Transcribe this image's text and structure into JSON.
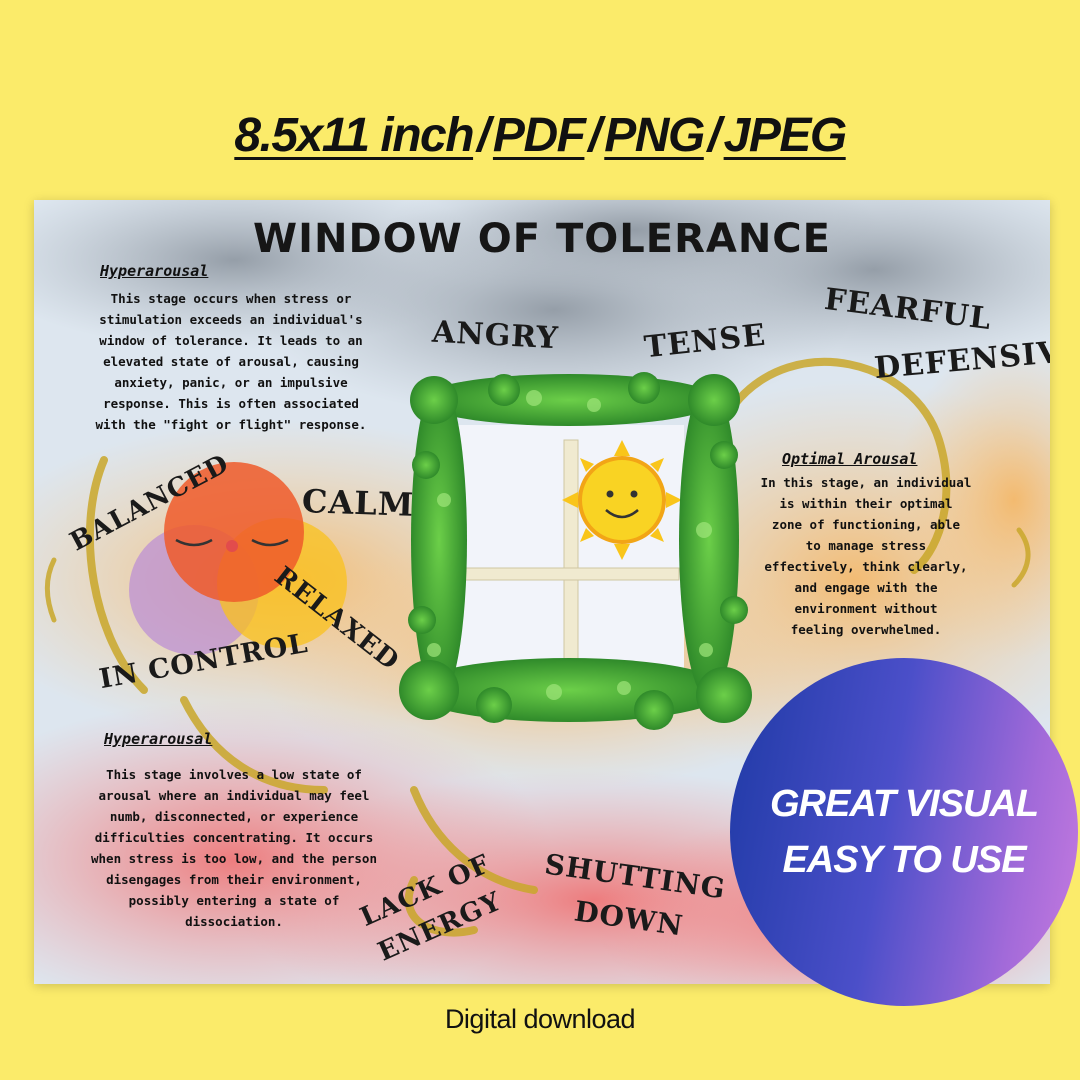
{
  "header": {
    "parts": [
      "8.5x11 inch",
      "PDF",
      "PNG",
      "JPEG"
    ],
    "separator": "/"
  },
  "poster": {
    "title": "WINDOW OF TOLERANCE",
    "hyper_top": {
      "heading": "Hyperarousal",
      "lines": [
        "This stage occurs when stress or",
        "stimulation exceeds an individual's",
        "window of tolerance. It leads to an",
        "elevated state of arousal, causing",
        "anxiety, panic, or an impulsive",
        "response. This is often associated",
        "with the \"fight or flight\" response."
      ]
    },
    "optimal": {
      "heading": "Optimal Arousal",
      "lines": [
        "In this stage, an individual",
        "is within their optimal",
        "zone of functioning, able",
        "to manage stress",
        "effectively, think clearly,",
        "and engage with the",
        "environment without",
        "feeling overwhelmed."
      ]
    },
    "hyper_bottom": {
      "heading": "Hyperarousal",
      "lines": [
        "This stage involves a low state of",
        "arousal where an individual may feel",
        "numb, disconnected, or experience",
        "difficulties concentrating. It occurs",
        "when stress is too low, and the person",
        "disengages from their environment,",
        "possibly entering a state of",
        "dissociation."
      ]
    },
    "words": {
      "angry": "ANGRY",
      "tense": "TENSE",
      "fearful": "FEARFUL",
      "defensive": "DEFENSIVE",
      "balanced": "BALANCED",
      "calm": "CALM",
      "relaxed": "RELAXED",
      "in_control": "IN CONTROL",
      "lack_of": "LACK OF",
      "energy": "ENERGY",
      "shutting": "SHUTTING",
      "down": "DOWN"
    }
  },
  "badge": {
    "line1": "GREAT VISUAL",
    "line2": "EASY TO USE"
  },
  "footer": "Digital download",
  "colors": {
    "background": "#fbeb6a",
    "badge_start": "#1f3aa6",
    "badge_end": "#c77be0"
  }
}
